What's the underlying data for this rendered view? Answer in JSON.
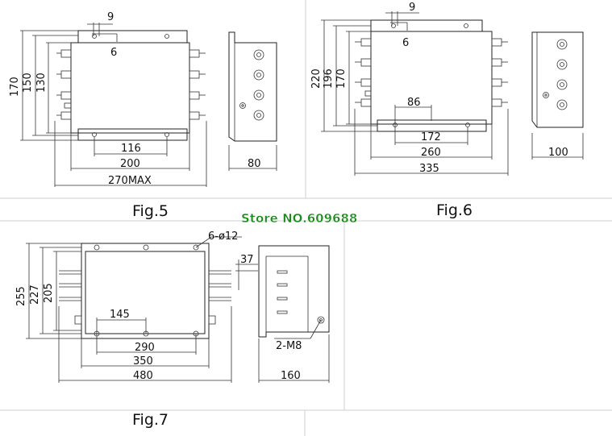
{
  "watermark": "Store NO.609688",
  "fig5": {
    "caption": "Fig.5",
    "dims": {
      "d9": "9",
      "d6": "6",
      "h170": "170",
      "h150": "150",
      "h130": "130",
      "w116": "116",
      "w200": "200",
      "w270": "270MAX",
      "side80": "80"
    }
  },
  "fig6": {
    "caption": "Fig.6",
    "dims": {
      "d9": "9",
      "d6": "6",
      "h220": "220",
      "h196": "196",
      "h170": "170",
      "w86": "86",
      "w172": "172",
      "w260": "260",
      "w335": "335",
      "side100": "100"
    }
  },
  "fig7": {
    "caption": "Fig.7",
    "dims": {
      "holes": "6-ø12",
      "d37": "37",
      "h255": "255",
      "h227": "227",
      "h205": "205",
      "w145": "145",
      "w290": "290",
      "w350": "350",
      "w480": "480",
      "m8": "2-M8",
      "side160": "160"
    }
  }
}
